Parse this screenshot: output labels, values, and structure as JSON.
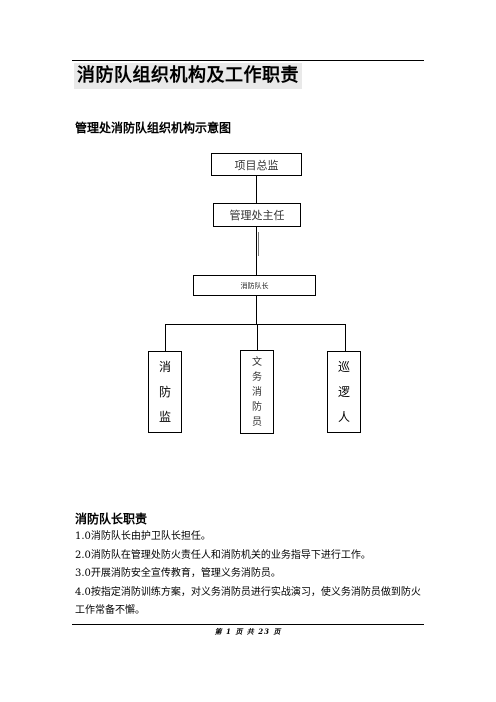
{
  "page": {
    "title": "消防队组织机构及工作职责",
    "subtitle": "管理处消防队组织机构示意图"
  },
  "org_chart": {
    "project_supervisor": "项目总监",
    "office_director": "管理处主任",
    "team_captain": "消防队长",
    "fire_monitor": [
      "消",
      "防",
      "监"
    ],
    "volunteer_firefighter": [
      "文",
      "务",
      "消",
      "防",
      "员"
    ],
    "patrol": [
      "巡",
      "逻",
      "人"
    ]
  },
  "duties": {
    "heading": "消防队长职责",
    "items": [
      "1.0消防队长由护卫队长担任。",
      "2.0消防队在管理处防火责任人和消防机关的业务指导下进行工作。",
      "3.0开展消防安全宣传教育，管理义务消防员。",
      "4.0按指定消防训练方案，对义务消防员进行实战演习，使义务消防员做到防火工作常备不懈。"
    ]
  },
  "footer": {
    "page_label": "第 1 页 共 23 页"
  }
}
